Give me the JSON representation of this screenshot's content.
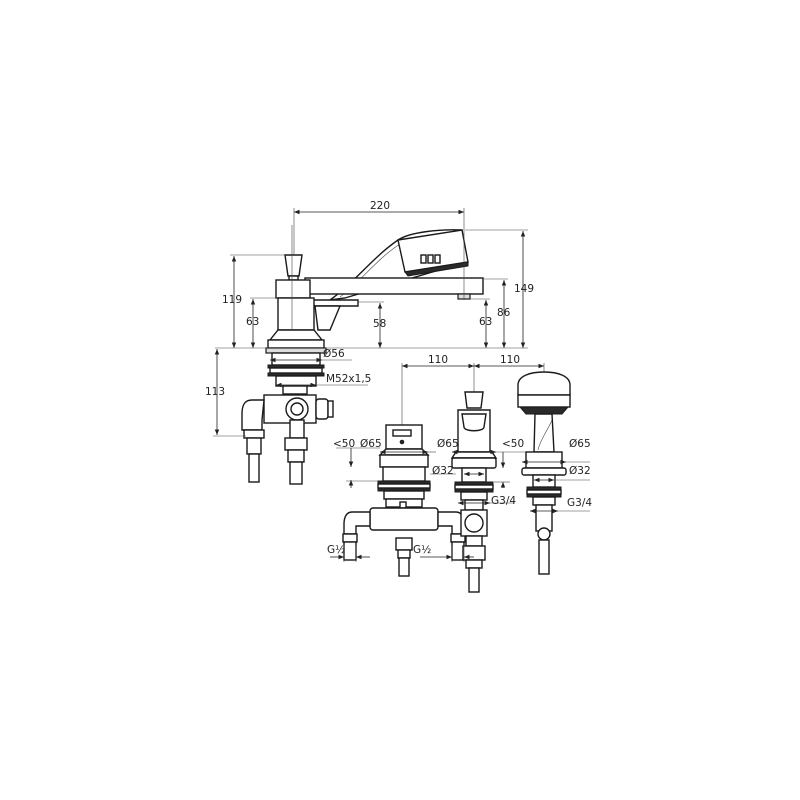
{
  "drawing": {
    "type": "technical dimension drawing",
    "subject": "three-hole bath/shower mixer with hand shower",
    "views": {
      "side_view": {
        "dimensions": {
          "overall_spout_reach": "220",
          "lever_height": "119",
          "body_height": "63",
          "spout_underside_height": "58",
          "outlet_height": "63",
          "spout_top_height": "86",
          "handshower_top_height": "149",
          "base_diameter": "Ø56",
          "below_deck_depth": "113",
          "thread": "M52x1,5"
        }
      },
      "deck_components": {
        "spacing_1": "110",
        "spacing_2": "110",
        "valve_body": {
          "max_deck_thickness": "<50",
          "rosette_diameter": "Ø65",
          "hole_diameter": "Ø32",
          "inlet_left": "G½",
          "inlet_right": "G½"
        },
        "diverter": {
          "rosette_diameter": "Ø65",
          "max_deck_thickness": "<50",
          "connection": "G3/4"
        },
        "handshower_holder": {
          "rosette_diameter": "Ø65",
          "hole_diameter": "Ø32",
          "connection": "G3/4"
        }
      }
    }
  }
}
